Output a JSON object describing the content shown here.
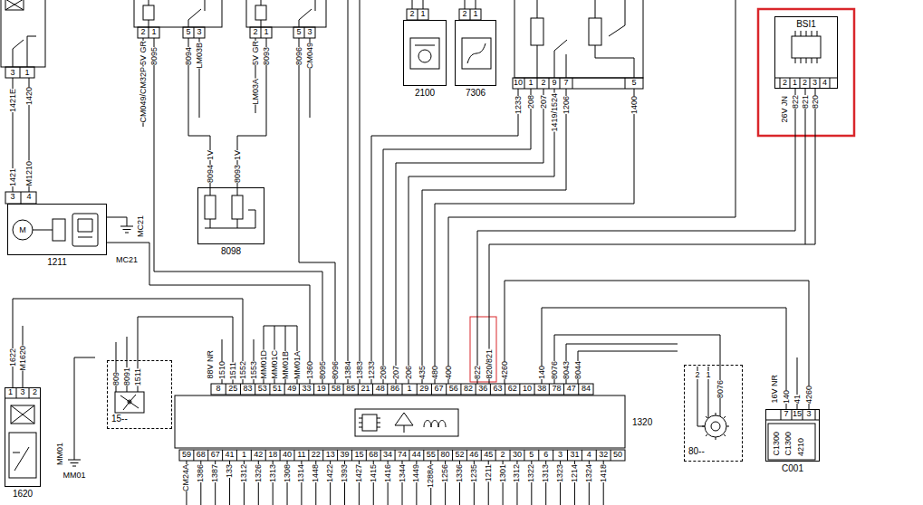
{
  "diagram": {
    "nodes": [
      {
        "text": [
          "2100"
        ]
      },
      {
        "text": [
          "7306"
        ]
      },
      {
        "text": [
          "BSI1"
        ]
      },
      {
        "text": [
          "1211"
        ]
      },
      {
        "text": [
          "8098"
        ]
      },
      {
        "text": [
          "15--"
        ]
      },
      {
        "text": [
          "80--"
        ]
      },
      {
        "text": [
          "1320"
        ]
      },
      {
        "text": [
          "C001"
        ]
      },
      {
        "text": [
          "1620"
        ]
      }
    ],
    "edges": [
      {
        "from": 3,
        "to": 7,
        "arrow": "none"
      },
      {
        "from": 2,
        "to": 7,
        "arrow": "none"
      },
      {
        "from": 2,
        "to": 7,
        "arrow": "none"
      },
      {
        "from": 5,
        "to": 7,
        "arrow": "none"
      },
      {
        "from": 6,
        "to": 7,
        "arrow": "none"
      },
      {
        "from": 8,
        "to": 7,
        "arrow": "none"
      },
      {
        "from": 8,
        "to": 7,
        "arrow": "none"
      },
      {
        "from": 9,
        "to": 7,
        "arrow": "none"
      }
    ],
    "labels": [
      "3",
      "1",
      "1421E",
      "1420",
      "1421",
      "M1210",
      "3",
      "4",
      "M",
      "MC21",
      "MC21",
      "2",
      "1",
      "5",
      "3",
      "5V GR",
      "CM049/CM32P",
      "8095",
      "8094",
      "LM03B",
      "2",
      "1",
      "5",
      "3",
      "5V GR",
      "LM03A",
      "8093",
      "8096",
      "CM049",
      "1V",
      "8094",
      "1V",
      "8093",
      "2",
      "1",
      "2",
      "1",
      "10",
      "1",
      "2",
      "9",
      "7",
      "5",
      "1233",
      "208",
      "207",
      "1419/1524",
      "1206",
      "1400",
      "2",
      "1",
      "2",
      "3",
      "4",
      "26V JN",
      "822",
      "821",
      "820",
      "88V NR",
      "1510",
      "1511",
      "1552",
      "1553",
      "MM01D",
      "MM01C",
      "MM01B",
      "MM01A",
      "1360",
      "8095",
      "8096",
      "1384",
      "1383",
      "1233",
      "208",
      "207",
      "206",
      "435",
      "480",
      "400",
      "822",
      "820/821",
      "4260",
      "140",
      "8076",
      "8043",
      "8044",
      "8",
      "25",
      "83",
      "53",
      "51",
      "49",
      "33",
      "19",
      "58",
      "85",
      "21",
      "48",
      "86",
      "1",
      "29",
      "67",
      "56",
      "82",
      "36",
      "63",
      "62",
      "10",
      "38",
      "78",
      "47",
      "84",
      "59",
      "68",
      "67",
      "41",
      "1",
      "42",
      "18",
      "40",
      "11",
      "22",
      "13",
      "39",
      "15",
      "68",
      "34",
      "74",
      "44",
      "55",
      "80",
      "52",
      "46",
      "45",
      "2",
      "30",
      "5",
      "6",
      "3",
      "31",
      "4",
      "32",
      "50",
      "CM24A",
      "1386",
      "1387",
      "133",
      "1312",
      "1326",
      "1313",
      "1308",
      "1314",
      "1448",
      "1422",
      "1393",
      "1427",
      "1415",
      "1416",
      "1344",
      "1449",
      "1288A",
      "1256",
      "1336",
      "1235",
      "1211",
      "1301",
      "1312",
      "1322",
      "1313",
      "1323",
      "1214",
      "1324",
      "1418",
      "809",
      "8091",
      "1511",
      "2",
      "1",
      "8076",
      "16V NR",
      "140",
      "41",
      "4260",
      "7",
      "15",
      "3",
      "C1300",
      "C1300",
      "4210",
      "1622",
      "M1620",
      "1",
      "3",
      "2",
      "MM01",
      "MM01"
    ]
  }
}
